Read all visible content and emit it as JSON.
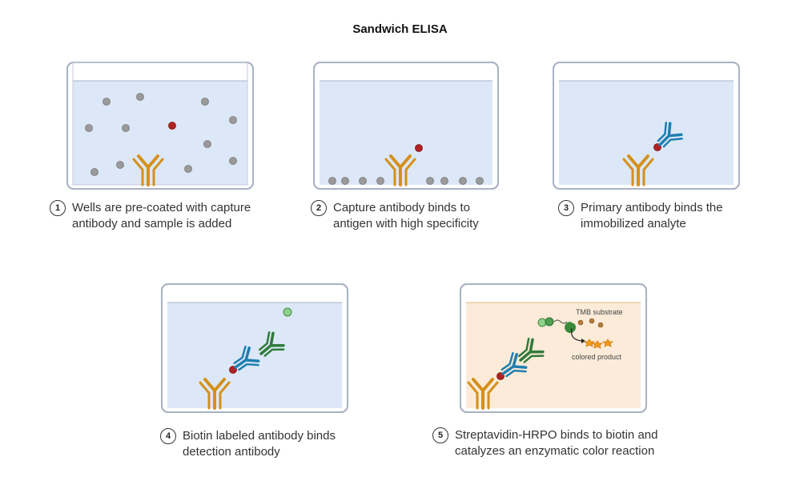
{
  "title": "Sandwich ELISA",
  "steps": [
    {
      "number": "1",
      "line1": "Wells are pre-coated with capture",
      "line2": "antibody and sample is added"
    },
    {
      "number": "2",
      "line1": "Capture antibody binds to",
      "line2": "antigen with high specificity"
    },
    {
      "number": "3",
      "line1": "Primary antibody binds the",
      "line2": "immobilized analyte"
    },
    {
      "number": "4",
      "line1": "Biotin labeled antibody binds",
      "line2": "detection antibody"
    },
    {
      "number": "5",
      "line1": "Streptavidin-HRPO binds to biotin and",
      "line2": "catalyzes an enzymatic color reaction"
    }
  ],
  "labels": {
    "tmb": "TMB substrate",
    "product": "colored product"
  },
  "colors": {
    "capture_antibody": "#d4901c",
    "primary_antibody": "#1e7fb0",
    "detection_antibody": "#2f7a3a",
    "antigen": "#b22222",
    "sample_particle": "#999999",
    "well_liquid": "#dce8f7",
    "well_liquid_substrate": "#fbebd8",
    "well_border": "#aab2c4"
  }
}
